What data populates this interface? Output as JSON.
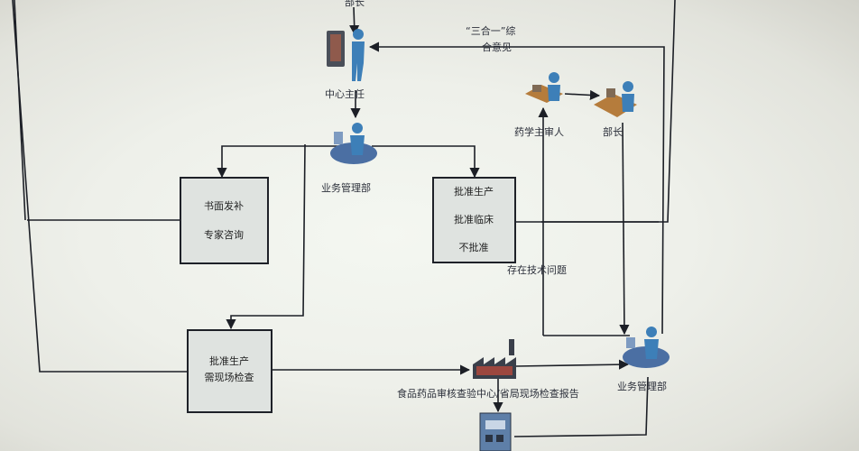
{
  "nodes": {
    "top_partial": "部长",
    "center_director": "中心主任",
    "business_dept_top": "业务管理部",
    "pharmacy_reviewer": "药学主审人",
    "minister": "部长",
    "business_dept_bottom": "业务管理部"
  },
  "boxes": {
    "written_review": [
      "书面发补",
      "专家咨询"
    ],
    "decision": [
      "批准生产",
      "批准临床",
      "不批准"
    ],
    "inspection": [
      "批准生产",
      "需现场检查"
    ]
  },
  "edge_labels": {
    "three_in_one_line1": "“三合一”综",
    "three_in_one_line2": "合意见",
    "technical_issue": "存在技术问题",
    "food_drug_check": "食品药品审核查验中心/省局现场检查报告"
  },
  "colors": {
    "line": "#1c1f26",
    "box_fill": "#dfe3e0",
    "box_stroke": "#1e2128",
    "person_blue": "#3d7fb8",
    "desk_blue": "#4b6fa3",
    "factory_dark": "#3a3f4a",
    "factory_red": "#b54a3c"
  }
}
